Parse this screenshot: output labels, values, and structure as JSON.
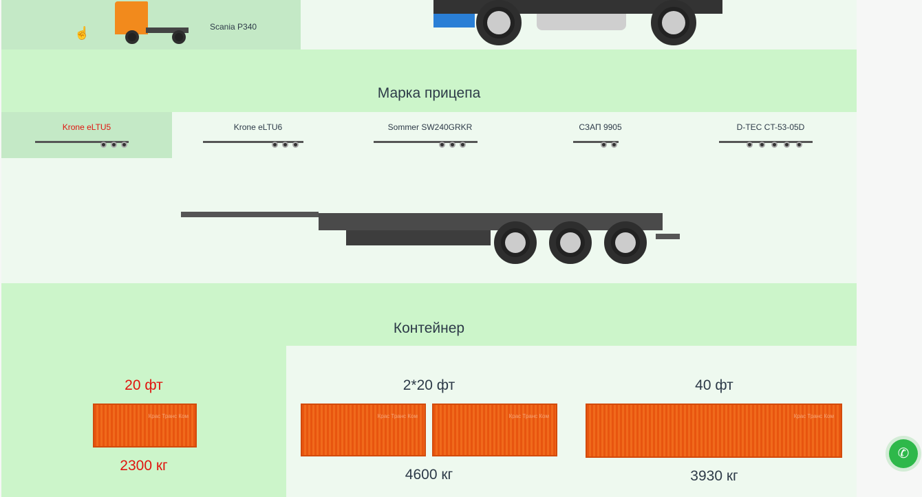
{
  "truck": {
    "selected": "Scania P340"
  },
  "trailer_section": {
    "title": "Марка прицепа",
    "items": [
      {
        "label": "Krone eLTU5",
        "selected": true
      },
      {
        "label": "Krone eLTU6",
        "selected": false
      },
      {
        "label": "Sommer SW240GRKR",
        "selected": false
      },
      {
        "label": "СЗАП 9905",
        "selected": false
      },
      {
        "label": "D-TEC CT-53-05D",
        "selected": false
      }
    ]
  },
  "container_section": {
    "title": "Контейнер",
    "items": [
      {
        "label": "20 фт",
        "weight": "2300 кг",
        "selected": true
      },
      {
        "label": "2*20 фт",
        "weight": "4600 кг",
        "selected": false
      },
      {
        "label": "40 фт",
        "weight": "3930 кг",
        "selected": false
      }
    ],
    "watermark": "Крас Транс Ком"
  },
  "colors": {
    "selected_text": "#e0140f",
    "call_button": "#2eb84a"
  }
}
